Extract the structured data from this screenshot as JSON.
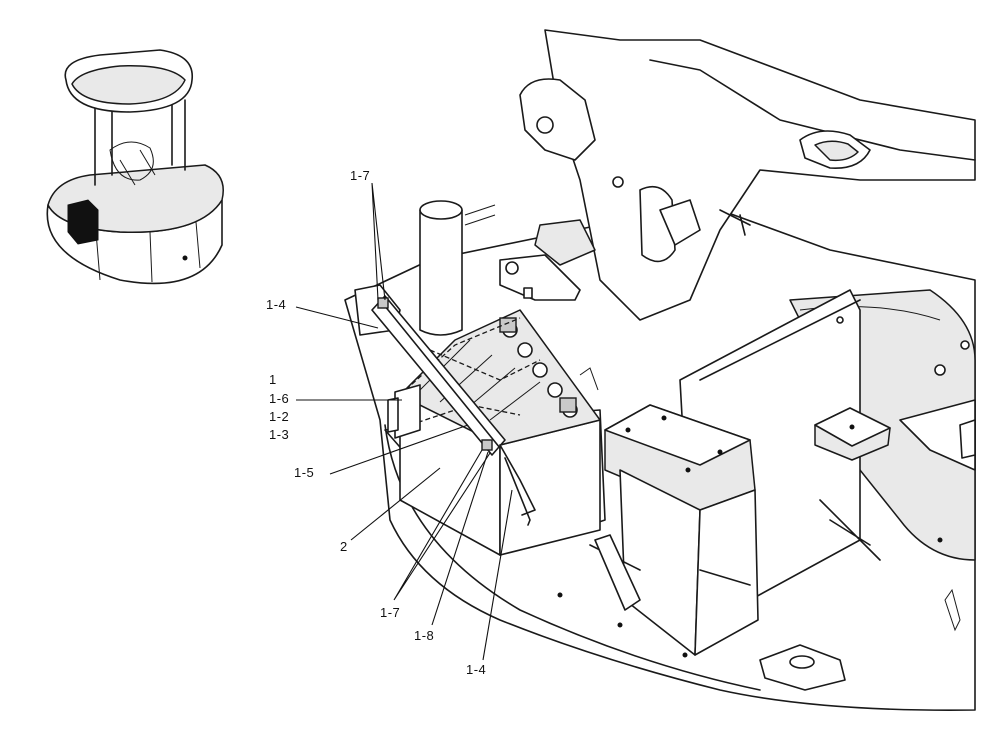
{
  "callouts": {
    "c_1_7_top": "1-7",
    "c_1_4_top": "1-4",
    "c_1": "1",
    "c_1_6": "1-6",
    "c_1_2": "1-2",
    "c_1_3": "1-3",
    "c_1_5": "1-5",
    "c_2": "2",
    "c_1_7_bottom": "1-7",
    "c_1_8": "1-8",
    "c_1_4_bottom": "1-4"
  },
  "icons": {
    "locator": "machine-locator-icon",
    "battery": "battery-icon",
    "frame": "upper-frame-icon"
  }
}
